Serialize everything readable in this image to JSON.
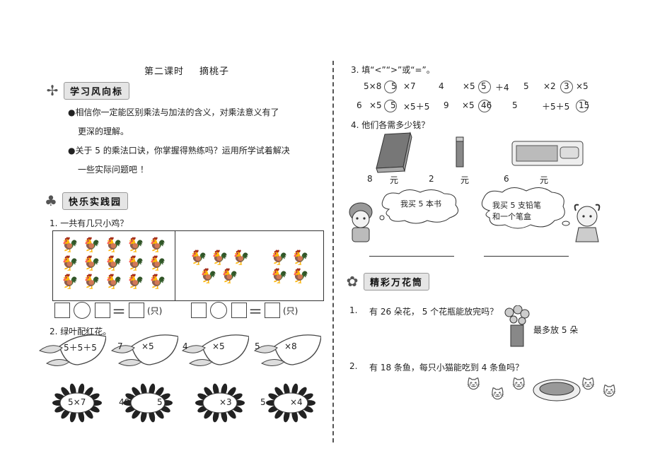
{
  "left": {
    "title_part1": "第二课时",
    "title_part2": "摘桃子",
    "banner1": "学习风向标",
    "bullet1_line1": "●相信你一定能区别乘法与加法的含义，对乘法意义有了",
    "bullet1_line2": "更深的理解。",
    "bullet2_line1": "●关于 5 的乘法口诀，你掌握得熟练吗？运用所学试着解决",
    "bullet2_line2": "一些实际问题吧 ！",
    "banner2": "快乐实践园",
    "q1": "1.  一共有几只小鸡？",
    "unit_left": "(只)",
    "unit_right": "(只)",
    "q2": "2.  绿叶配红花。",
    "leaves": [
      "5＋5＋5",
      "7",
      "×5",
      "4",
      "×5",
      "5",
      "×8"
    ],
    "suns": [
      "5×7",
      "40",
      "5",
      "×3",
      "5",
      "×4"
    ]
  },
  "right": {
    "q3": "3. 填“<”“>”或“=”。",
    "row1": [
      "5×8",
      "5",
      "×7",
      "4",
      "×5",
      "5",
      "＋4",
      "5",
      "×2",
      "3",
      "×5"
    ],
    "row2": [
      "6",
      "×5",
      "5",
      "×5＋5",
      "9",
      "×5",
      "46",
      "5",
      "＋5＋5",
      "15"
    ],
    "q4": "4. 他们各需多少钱？",
    "price1_num": "8",
    "price1_unit": "元",
    "price2_num": "2",
    "price2_unit": "元",
    "price3_num": "6",
    "price3_unit": "元",
    "bubble1": "我买  5 本书",
    "bubble2_line1": "我买 5 支铅笔",
    "bubble2_line2": "和一个笔盒",
    "banner3": "精彩万花筒",
    "q5_num": "1.",
    "q5": "有 26 朵花，  5 个花瓶能放完吗？",
    "q5_note": "最多放  5 朵",
    "q6_num": "2.",
    "q6": "有 18 条鱼，每只小猫能吃到    4 条鱼吗？"
  }
}
